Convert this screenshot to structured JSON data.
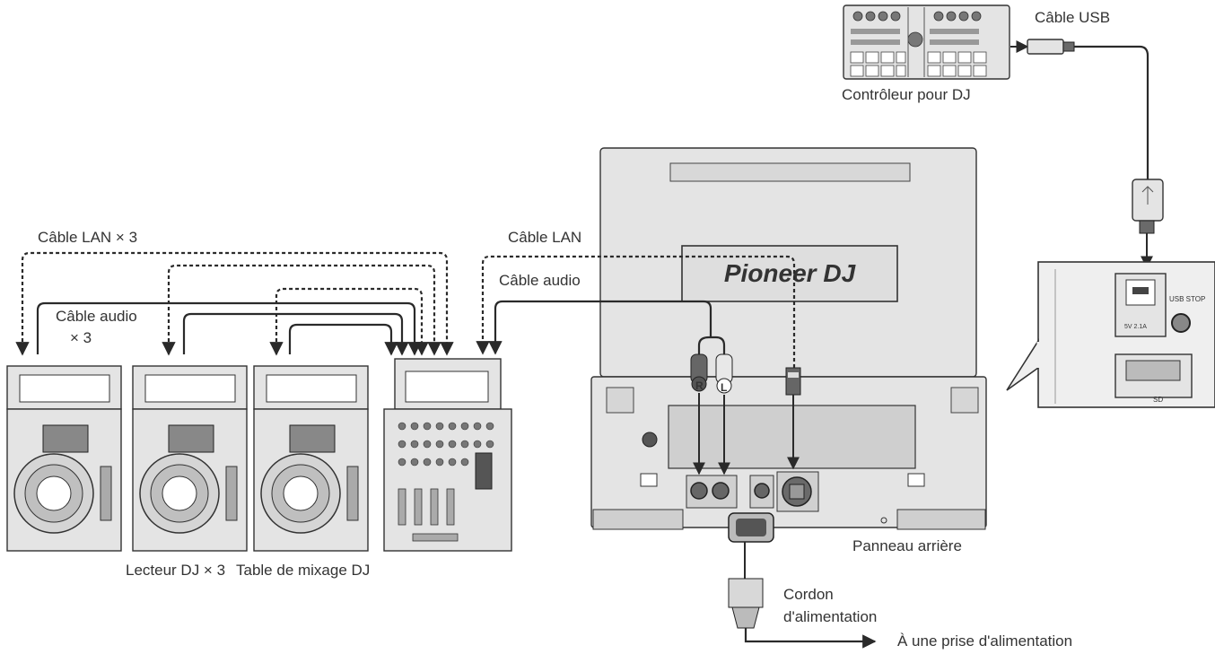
{
  "labels": {
    "usb_cable": "Câble USB",
    "dj_controller": "Contrôleur pour DJ",
    "lan_cable_x3": "Câble LAN × 3",
    "lan_cable": "Câble LAN",
    "audio_cable": "Câble audio",
    "audio_cable_x3_line1": "Câble audio",
    "audio_cable_x3_line2": "× 3",
    "dj_player_x3": "Lecteur DJ × 3",
    "dj_mixer": "Table de mixage DJ",
    "rear_panel": "Panneau arrière",
    "power_cord_line1": "Cordon",
    "power_cord_line2": "d'alimentation",
    "power_outlet": "À une prise d'alimentation"
  },
  "device": {
    "brand_logo": "Pioneer DJ",
    "jack_r": "R",
    "jack_l": "L",
    "usb_stop": "USB STOP",
    "usb_rating": "5V 2.1A",
    "sd_label": "SD"
  },
  "icons": [
    "usb-icon",
    "arrow-icon",
    "speech-bubble-pointer"
  ]
}
